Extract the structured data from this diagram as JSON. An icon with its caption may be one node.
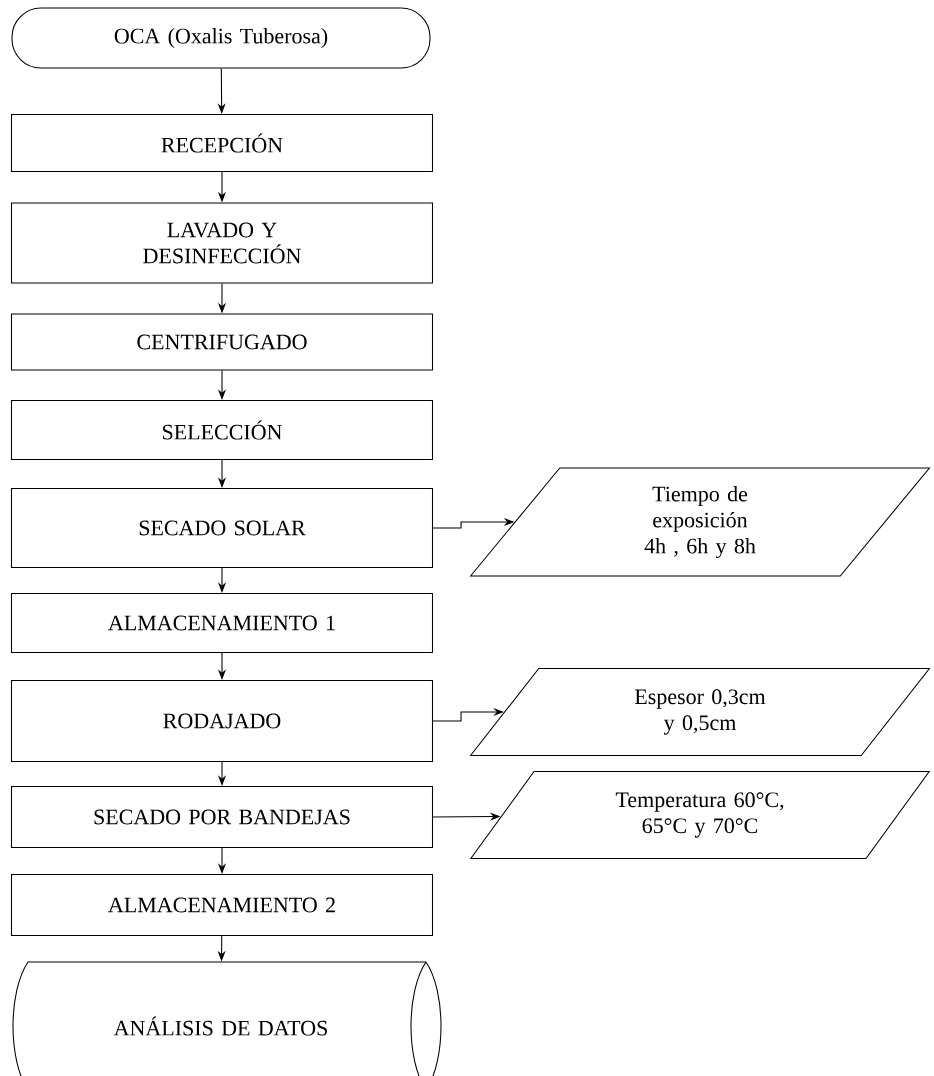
{
  "diagram": {
    "nodes": [
      {
        "text": [
          "OCA (Oxalis Tuberosa)"
        ]
      },
      {
        "text": [
          "RECEPCIÓN"
        ]
      },
      {
        "text": [
          "LAVADO Y DESINFECCIÓN"
        ]
      },
      {
        "text": [
          "CENTRIFUGADO"
        ]
      },
      {
        "text": [
          "SELECCIÓN"
        ]
      },
      {
        "text": [
          "SECADO SOLAR"
        ]
      },
      {
        "text": [
          "ALMACENAMIENTO 1"
        ]
      },
      {
        "text": [
          "RODAJADO"
        ]
      },
      {
        "text": [
          "SECADO POR BANDEJAS"
        ]
      },
      {
        "text": [
          "ALMACENAMIENTO 2"
        ]
      },
      {
        "text": [
          "ANÁLISIS DE DATOS"
        ]
      },
      {
        "text": [
          "Tiempo de exposición 4h , 6h y 8h"
        ]
      },
      {
        "text": [
          "Espesor 0,3cm y 0,5cm"
        ]
      },
      {
        "text": [
          "Temperatura 60°C, 65°C y 70°C"
        ]
      }
    ],
    "edges": [
      {
        "from": 0,
        "to": 1,
        "arrow": "to"
      },
      {
        "from": 1,
        "to": 2,
        "arrow": "to"
      },
      {
        "from": 2,
        "to": 3,
        "arrow": "to"
      },
      {
        "from": 3,
        "to": 4,
        "arrow": "to"
      },
      {
        "from": 4,
        "to": 5,
        "arrow": "to"
      },
      {
        "from": 5,
        "to": 6,
        "arrow": "to"
      },
      {
        "from": 6,
        "to": 7,
        "arrow": "to"
      },
      {
        "from": 7,
        "to": 8,
        "arrow": "to"
      },
      {
        "from": 8,
        "to": 9,
        "arrow": "to"
      },
      {
        "from": 9,
        "to": 10,
        "arrow": "to"
      },
      {
        "from": 5,
        "to": 11,
        "arrow": "to"
      },
      {
        "from": 7,
        "to": 12,
        "arrow": "to"
      },
      {
        "from": 8,
        "to": 13,
        "arrow": "to"
      }
    ]
  }
}
